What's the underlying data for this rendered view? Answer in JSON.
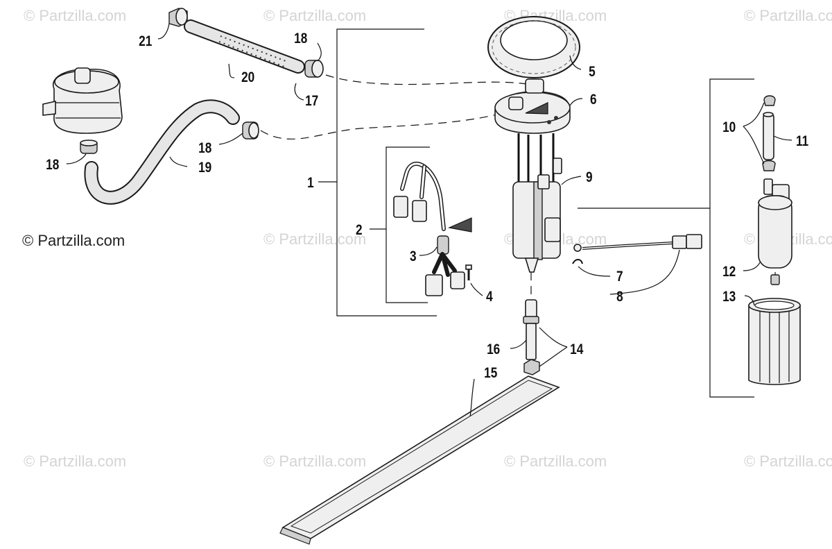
{
  "watermark": "© Partzilla.com",
  "copyright": "© Partzilla.com",
  "labels": {
    "l1": "1",
    "l2": "2",
    "l3": "3",
    "l4": "4",
    "l5": "5",
    "l6": "6",
    "l7": "7",
    "l8": "8",
    "l9": "9",
    "l10": "10",
    "l11": "11",
    "l12": "12",
    "l13": "13",
    "l14": "14",
    "l15": "15",
    "l16": "16",
    "l17": "17",
    "l18a": "18",
    "l18b": "18",
    "l18c": "18",
    "l19": "19",
    "l20": "20",
    "l21": "21"
  },
  "icons": {
    "pointer_arrow_tank": "triangle-arrow-icon",
    "pointer_arrow_harness": "triangle-arrow-icon"
  },
  "colors": {
    "line": "#111111",
    "part_fill": "#efefef",
    "watermark": "#d4d4d4"
  }
}
